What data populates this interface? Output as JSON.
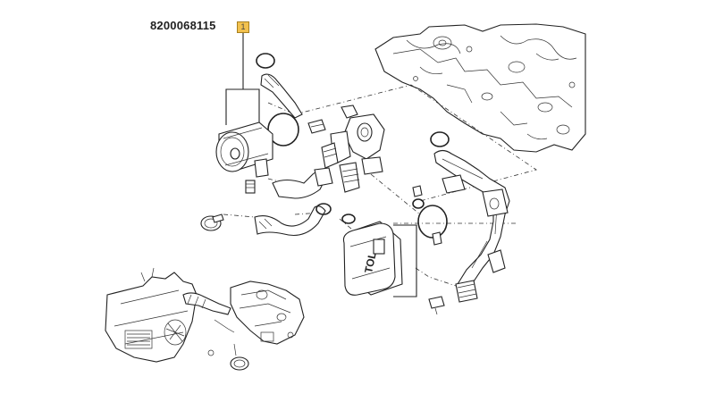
{
  "part": {
    "number": "8200068115",
    "callout": "1"
  },
  "labels": {
    "cooler_marking": "TOL"
  }
}
